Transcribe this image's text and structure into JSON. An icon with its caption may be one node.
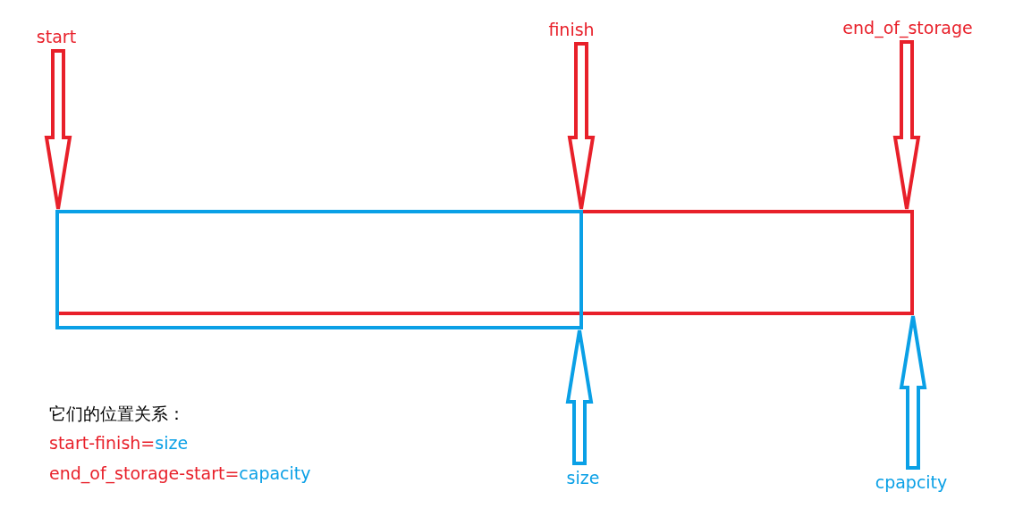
{
  "diagram": {
    "nodes": [
      {
        "text": [
          "start"
        ]
      },
      {
        "text": [
          "finish"
        ]
      },
      {
        "text": [
          "end_of_storage"
        ]
      },
      {
        "text": [],
        "shape": "box"
      },
      {
        "text": [],
        "shape": "box"
      },
      {
        "text": [
          "size"
        ]
      },
      {
        "text": [
          "cpapcity"
        ]
      }
    ],
    "edges": [
      {
        "from": 0,
        "to": 3,
        "arrow": "to"
      },
      {
        "from": 1,
        "to": 4,
        "arrow": "to"
      },
      {
        "from": 2,
        "to": 3,
        "arrow": "to"
      },
      {
        "from": 5,
        "to": 4,
        "arrow": "to",
        "color": "#0aa0e6"
      },
      {
        "from": 6,
        "to": 3,
        "arrow": "to",
        "color": "#0aa0e6"
      }
    ],
    "labels": [
      "它们的位置关系：",
      "start-finish=",
      "size",
      "end_of_storage-start=",
      "capacity"
    ]
  }
}
